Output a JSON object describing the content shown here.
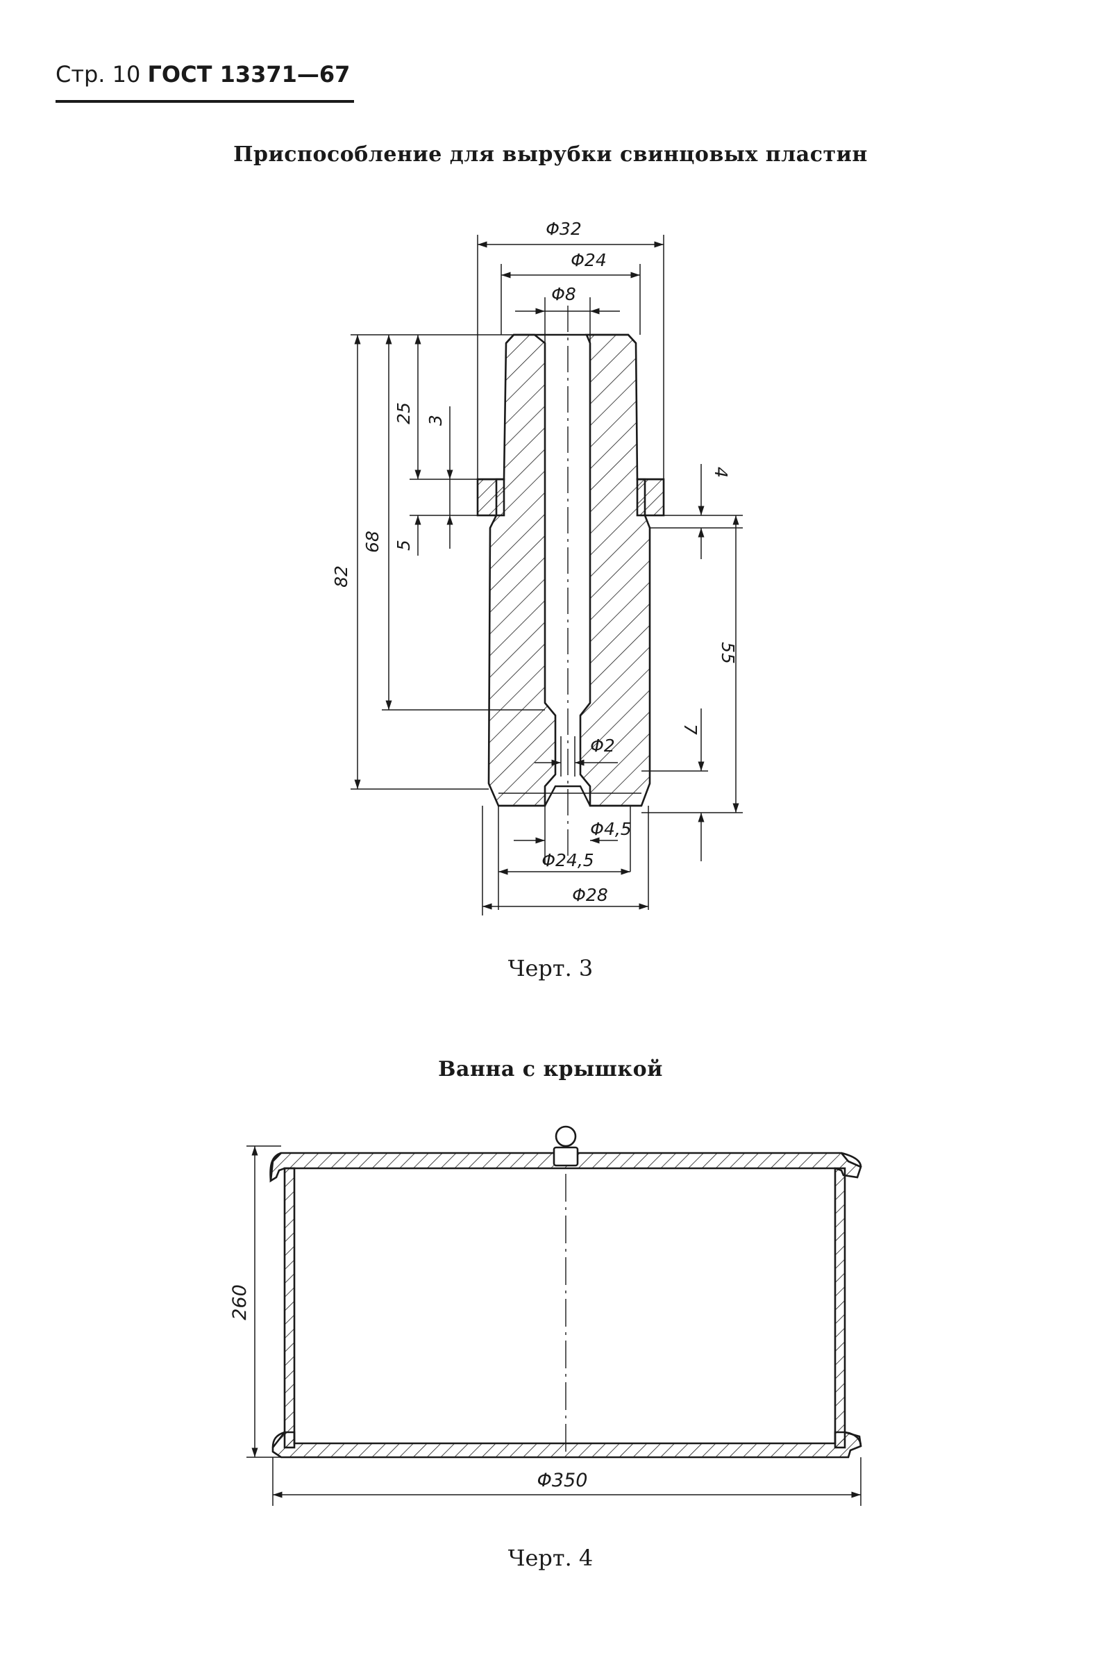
{
  "header": {
    "page": "Стр. 10",
    "standard": "ГОСТ 13371—67"
  },
  "figure3": {
    "title": "Приспособление для вырубки свинцовых пластин",
    "caption": "Черт. 3",
    "dims": {
      "d32": "Φ32",
      "d24": "Φ24",
      "d8": "Φ8",
      "d2": "Φ2",
      "d4_5": "Φ4,5",
      "d24_5": "Φ24,5",
      "d28": "Φ28",
      "h82": "82",
      "h68": "68",
      "h25": "25",
      "h3": "3",
      "h5": "5",
      "h4": "4",
      "h55": "55",
      "h7": "7"
    }
  },
  "figure4": {
    "title": "Ванна с крышкой",
    "caption": "Черт. 4",
    "dims": {
      "h260": "260",
      "d350": "Φ350"
    }
  }
}
